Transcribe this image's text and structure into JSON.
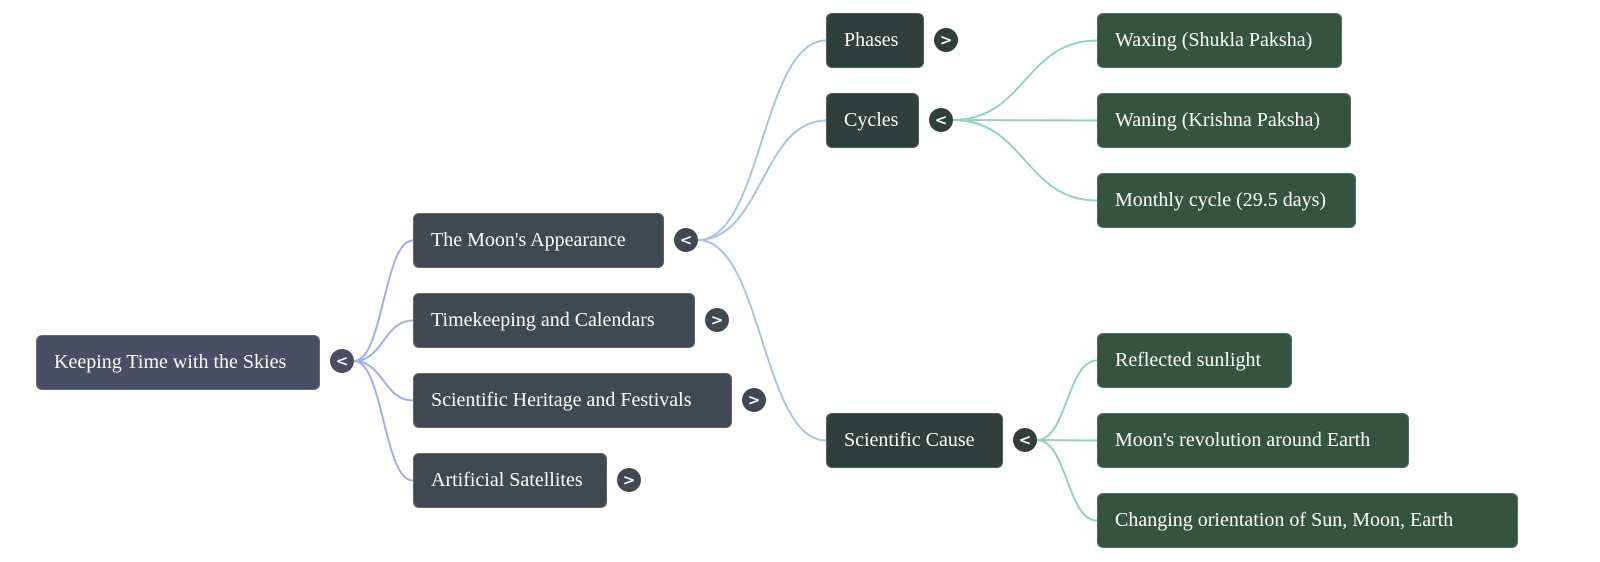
{
  "mindmap": {
    "root": {
      "label": "Keeping Time with the Skies",
      "toggle": "<",
      "state": "expanded"
    },
    "level1": [
      {
        "label": "The Moon's Appearance",
        "toggle": "<",
        "state": "expanded"
      },
      {
        "label": "Timekeeping and Calendars",
        "toggle": ">",
        "state": "collapsed"
      },
      {
        "label": "Scientific Heritage and Festivals",
        "toggle": ">",
        "state": "collapsed"
      },
      {
        "label": "Artificial Satellites",
        "toggle": ">",
        "state": "collapsed"
      }
    ],
    "level2": [
      {
        "label": "Phases",
        "toggle": ">",
        "state": "collapsed"
      },
      {
        "label": "Cycles",
        "toggle": "<",
        "state": "expanded"
      },
      {
        "label": "Scientific Cause",
        "toggle": "<",
        "state": "expanded"
      }
    ],
    "level3_cycles": [
      {
        "label": "Waxing (Shukla Paksha)"
      },
      {
        "label": "Waning (Krishna Paksha)"
      },
      {
        "label": "Monthly cycle (29.5 days)"
      }
    ],
    "level3_cause": [
      {
        "label": "Reflected sunlight"
      },
      {
        "label": "Moon's revolution around Earth"
      },
      {
        "label": "Changing orientation of Sun, Moon, Earth"
      }
    ]
  },
  "colors": {
    "root": "#4a4d63",
    "level1": "#414852",
    "level2": "#2f3f3c",
    "level3": "#365342",
    "edge_root": "#a3acf0",
    "edge_level1": "#a9c3e3",
    "edge_level2": "#8fd3c0"
  }
}
